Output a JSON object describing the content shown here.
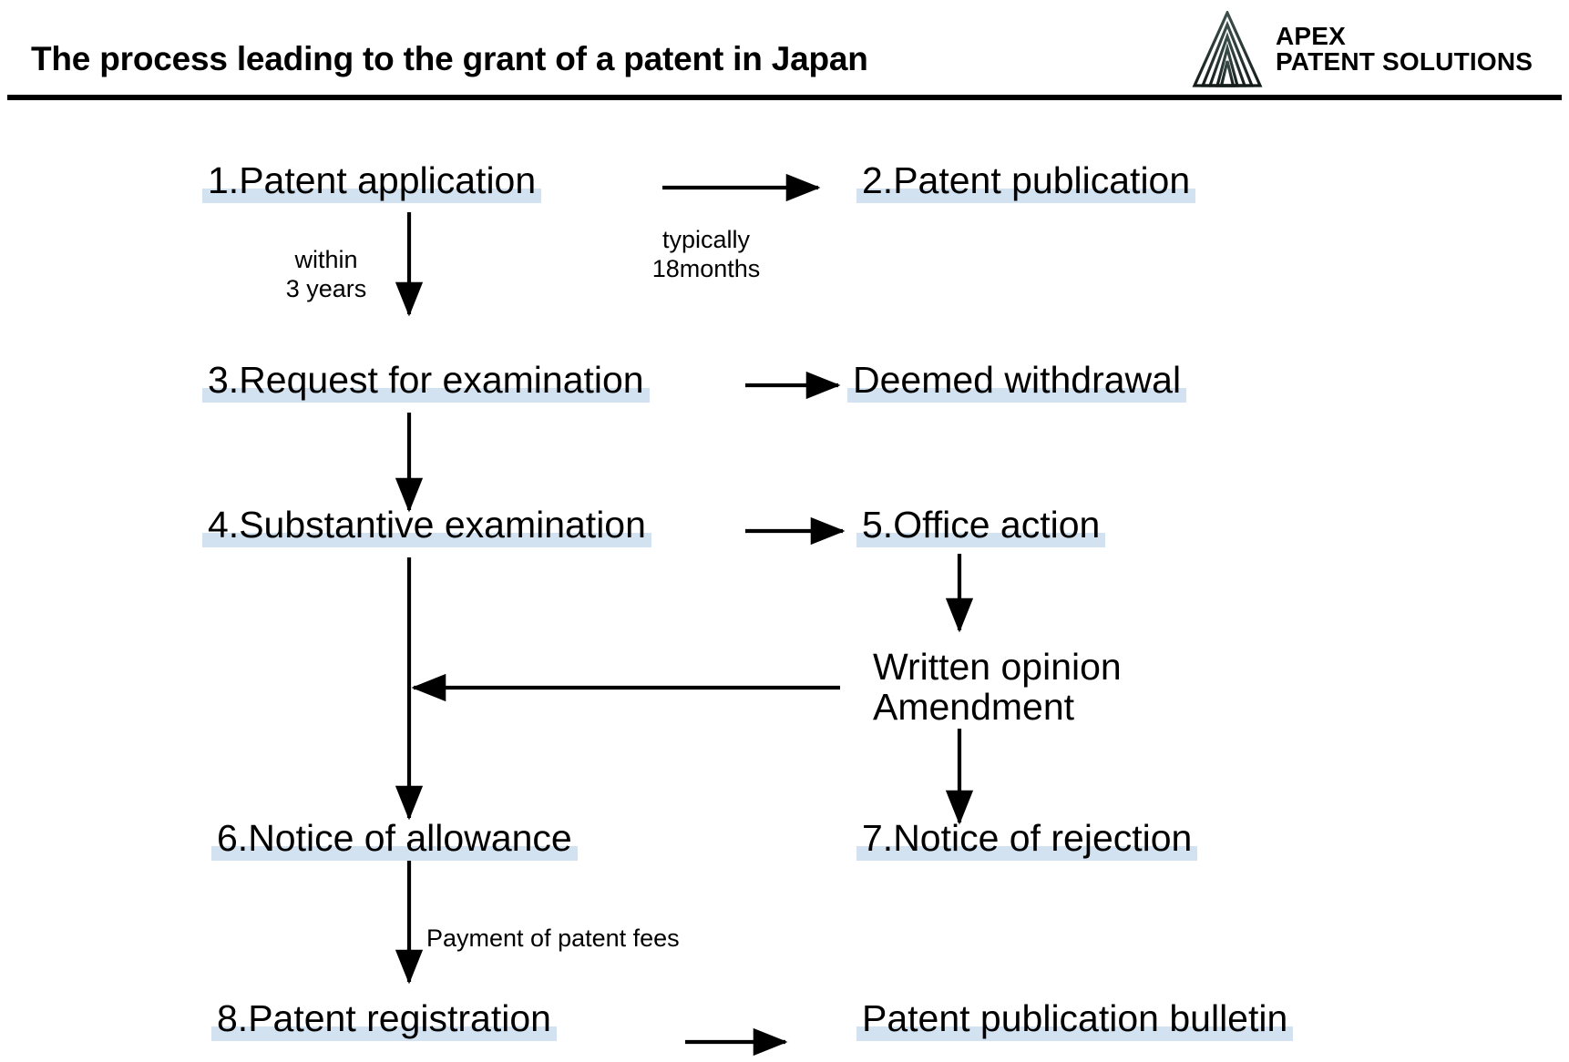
{
  "header": {
    "title": "The process leading to the grant of a patent in Japan",
    "brand_line1": "APEX",
    "brand_line2": "PATENT SOLUTIONS",
    "brand_mark_icon": "nested-triangle-logo-icon",
    "rule_color": "#000000"
  },
  "theme": {
    "highlight_color": "#d2e2f0",
    "text_color": "#000000",
    "arrow_color": "#000000",
    "background": "#ffffff",
    "logo_color_dark": "#2d3d3a",
    "logo_color_light": "#5e706b"
  },
  "chart_data": {
    "type": "diagram",
    "title": "The process leading to the grant of a patent in Japan",
    "nodes": [
      {
        "id": "n1",
        "label": "1.Patent application",
        "highlighted": true
      },
      {
        "id": "n2",
        "label": "2.Patent publication",
        "highlighted": true
      },
      {
        "id": "n3",
        "label": "3.Request for examination",
        "highlighted": true
      },
      {
        "id": "nw",
        "label": "Deemed withdrawal",
        "highlighted": true
      },
      {
        "id": "n4",
        "label": "4.Substantive examination",
        "highlighted": true
      },
      {
        "id": "n5",
        "label": "5.Office action",
        "highlighted": true
      },
      {
        "id": "no",
        "label": "Written opinion",
        "highlighted": false
      },
      {
        "id": "na",
        "label": "Amendment",
        "highlighted": false
      },
      {
        "id": "n6",
        "label": "6.Notice of allowance",
        "highlighted": true
      },
      {
        "id": "n7",
        "label": "7.Notice of rejection",
        "highlighted": true
      },
      {
        "id": "n8",
        "label": "8.Patent registration",
        "highlighted": true
      },
      {
        "id": "nb",
        "label": "Patent publication bulletin",
        "highlighted": true
      }
    ],
    "edges": [
      {
        "from": "n1",
        "to": "n2",
        "label": "typically\n18months",
        "direction": "right"
      },
      {
        "from": "n1",
        "to": "n3",
        "label": "within\n3 years",
        "direction": "down"
      },
      {
        "from": "n3",
        "to": "nw",
        "label": "",
        "direction": "right"
      },
      {
        "from": "n3",
        "to": "n4",
        "label": "",
        "direction": "down"
      },
      {
        "from": "n4",
        "to": "n5",
        "label": "",
        "direction": "right"
      },
      {
        "from": "n5",
        "to": "no",
        "label": "",
        "direction": "down"
      },
      {
        "from": "no",
        "to": "n4",
        "label": "",
        "direction": "left"
      },
      {
        "from": "na",
        "to": "n7",
        "label": "",
        "direction": "down"
      },
      {
        "from": "n4",
        "to": "n6",
        "label": "",
        "direction": "down"
      },
      {
        "from": "n6",
        "to": "n8",
        "label": "Payment of patent fees",
        "direction": "down"
      },
      {
        "from": "n8",
        "to": "nb",
        "label": "",
        "direction": "right"
      }
    ]
  },
  "labels": {
    "within_3_years_line1": "within",
    "within_3_years_line2": "3 years",
    "typically_line1": "typically",
    "typically_line2": "18months",
    "payment_of_patent_fees": "Payment of patent fees"
  },
  "nodes": {
    "patent_application": "1.Patent application",
    "patent_publication": "2.Patent publication",
    "request_for_examination": "3.Request for examination",
    "deemed_withdrawal": "Deemed withdrawal",
    "substantive_examination": "4.Substantive examination",
    "office_action": "5.Office action",
    "written_opinion": "Written opinion",
    "amendment": "Amendment",
    "notice_of_allowance": "6.Notice of allowance",
    "notice_of_rejection": "7.Notice of rejection",
    "patent_registration": "8.Patent registration",
    "patent_publication_bulletin": "Patent publication bulletin"
  }
}
